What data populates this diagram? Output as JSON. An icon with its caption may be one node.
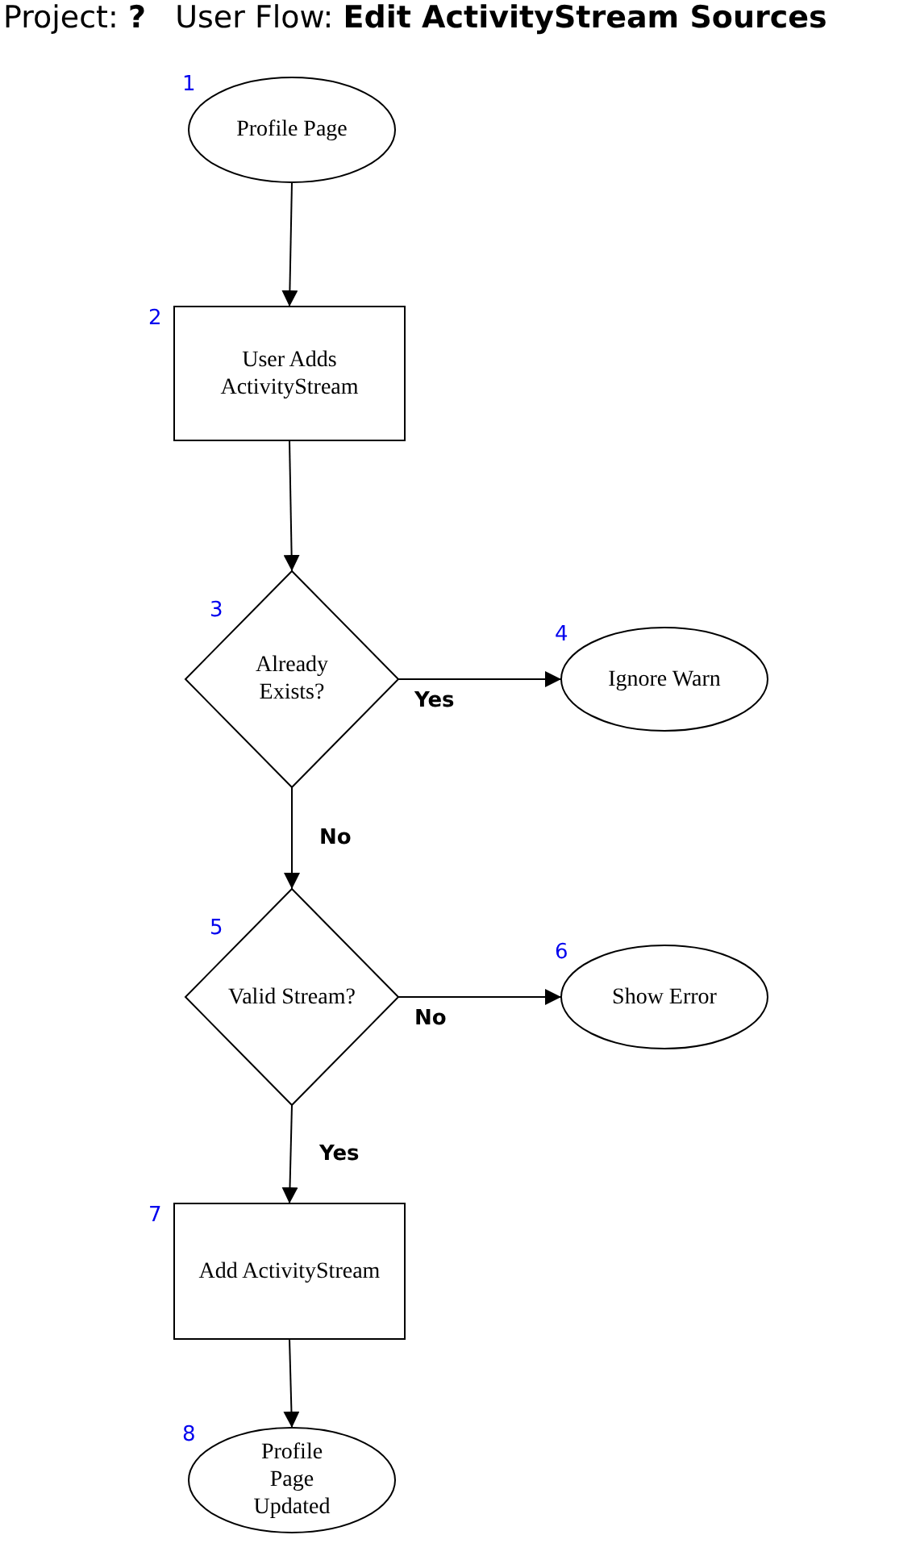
{
  "diagram": {
    "title": "Project: **?**   User Flow: **Edit ActivityStream Sources**",
    "nodes": [
      {
        "text": [
          "Profile Page"
        ],
        "beside": [
          "1"
        ]
      },
      {
        "text": [
          "User Adds ActivityStream"
        ],
        "beside": [
          "2"
        ]
      },
      {
        "text": [
          "Already Exists?"
        ],
        "beside": [
          "3"
        ]
      },
      {
        "text": [
          "Ignore Warn"
        ],
        "beside": [
          "4"
        ]
      },
      {
        "text": [
          "Valid Stream?"
        ],
        "beside": [
          "5"
        ]
      },
      {
        "text": [
          "Show Error"
        ],
        "beside": [
          "6"
        ]
      },
      {
        "text": [
          "Add ActivityStream"
        ],
        "beside": [
          "7"
        ]
      },
      {
        "text": [
          "Profile Page Updated"
        ],
        "beside": [
          "8"
        ]
      }
    ],
    "edges": [
      {
        "from": 0,
        "to": 1,
        "arrow": "to"
      },
      {
        "from": 1,
        "to": 2,
        "arrow": "to"
      },
      {
        "from": 2,
        "to": 3,
        "arrow": "to",
        "label": "Yes"
      },
      {
        "from": 2,
        "to": 4,
        "arrow": "to",
        "label": "No"
      },
      {
        "from": 4,
        "to": 5,
        "arrow": "to",
        "label": "No"
      },
      {
        "from": 4,
        "to": 6,
        "arrow": "to",
        "label": "Yes"
      },
      {
        "from": 6,
        "to": 7,
        "arrow": "to"
      }
    ]
  }
}
